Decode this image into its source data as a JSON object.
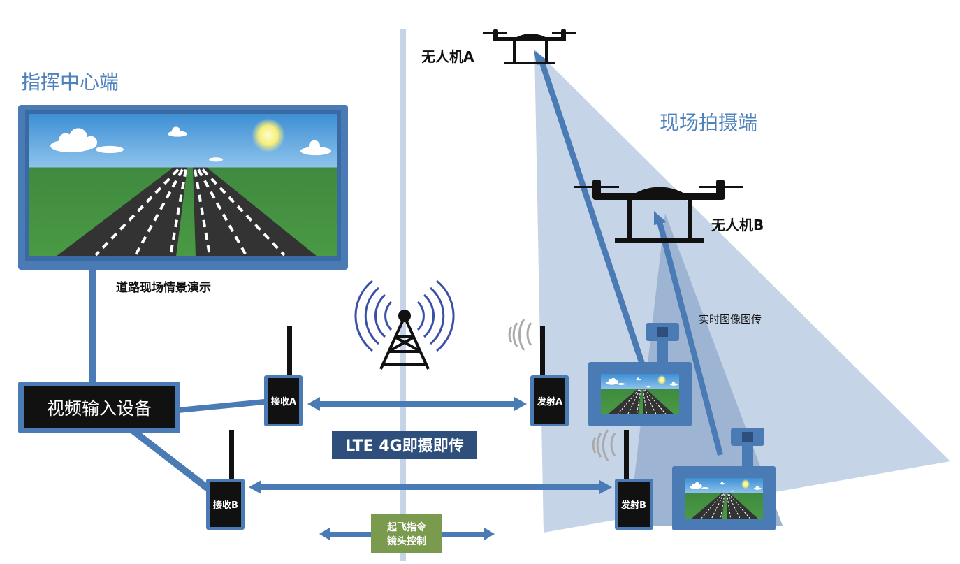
{
  "labels": {
    "command_center": "指挥中心端",
    "field_side": "现场拍摄端",
    "drone_a": "无人机A",
    "drone_b": "无人机B",
    "road_demo": "道路现场情景演示",
    "video_input": "视频输入设备",
    "receiver_a": "接收A",
    "receiver_b": "接收B",
    "transmitter_a": "发射A",
    "transmitter_b": "发射B",
    "lte": "LTE 4G即摄即传",
    "realtime": "实时图像图传",
    "control_line1": "起飞指令",
    "control_line2": "镜头控制"
  },
  "colors": {
    "accent_blue": "#4a7bb5",
    "title_blue": "#4f81bd",
    "dark_navy": "#2e4f7c",
    "cone_light": "#c5d4e6",
    "cone_mid": "#9db5d3",
    "olive_green": "#7a9a4e",
    "device_black": "#111111",
    "tower_blue": "#3a4fa8"
  },
  "icons": [
    "drone-icon",
    "radio-tower-icon",
    "signal-waves-icon",
    "sun-icon",
    "cloud-icon",
    "antenna-icon"
  ]
}
